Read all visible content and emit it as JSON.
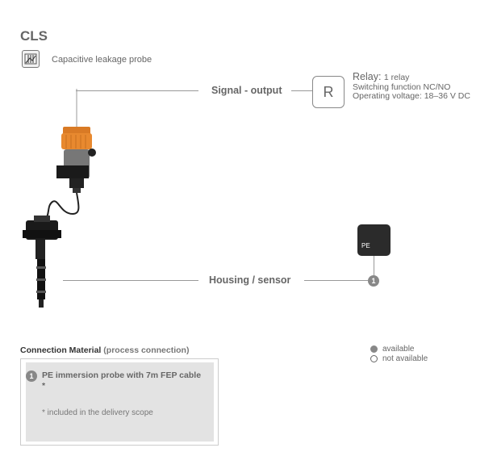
{
  "header": {
    "title": "CLS",
    "subtitle": "Capacitive leakage probe",
    "probe_icon": "capacitive-probe-icon"
  },
  "signal": {
    "label": "Signal - output",
    "relay_symbol": "R",
    "relay_head_label": "Relay:",
    "relay_head_value": "1 relay",
    "line2": "Switching function NC/NO",
    "line3": "Operating voltage: 18–36 V DC"
  },
  "housing": {
    "label": "Housing / sensor",
    "pe_label": "PE",
    "badge": "1"
  },
  "connection": {
    "title": "Connection Material",
    "title_sub": "(process connection)",
    "item_number": "1",
    "item_name": "PE immersion probe with 7m FEP cable *",
    "note": "* included in the delivery scope"
  },
  "legend": {
    "available": "available",
    "not_available": "not available"
  },
  "colors": {
    "accent_orange": "#e8892f",
    "dark_box": "#2b2b2b",
    "badge_gray": "#888888"
  }
}
